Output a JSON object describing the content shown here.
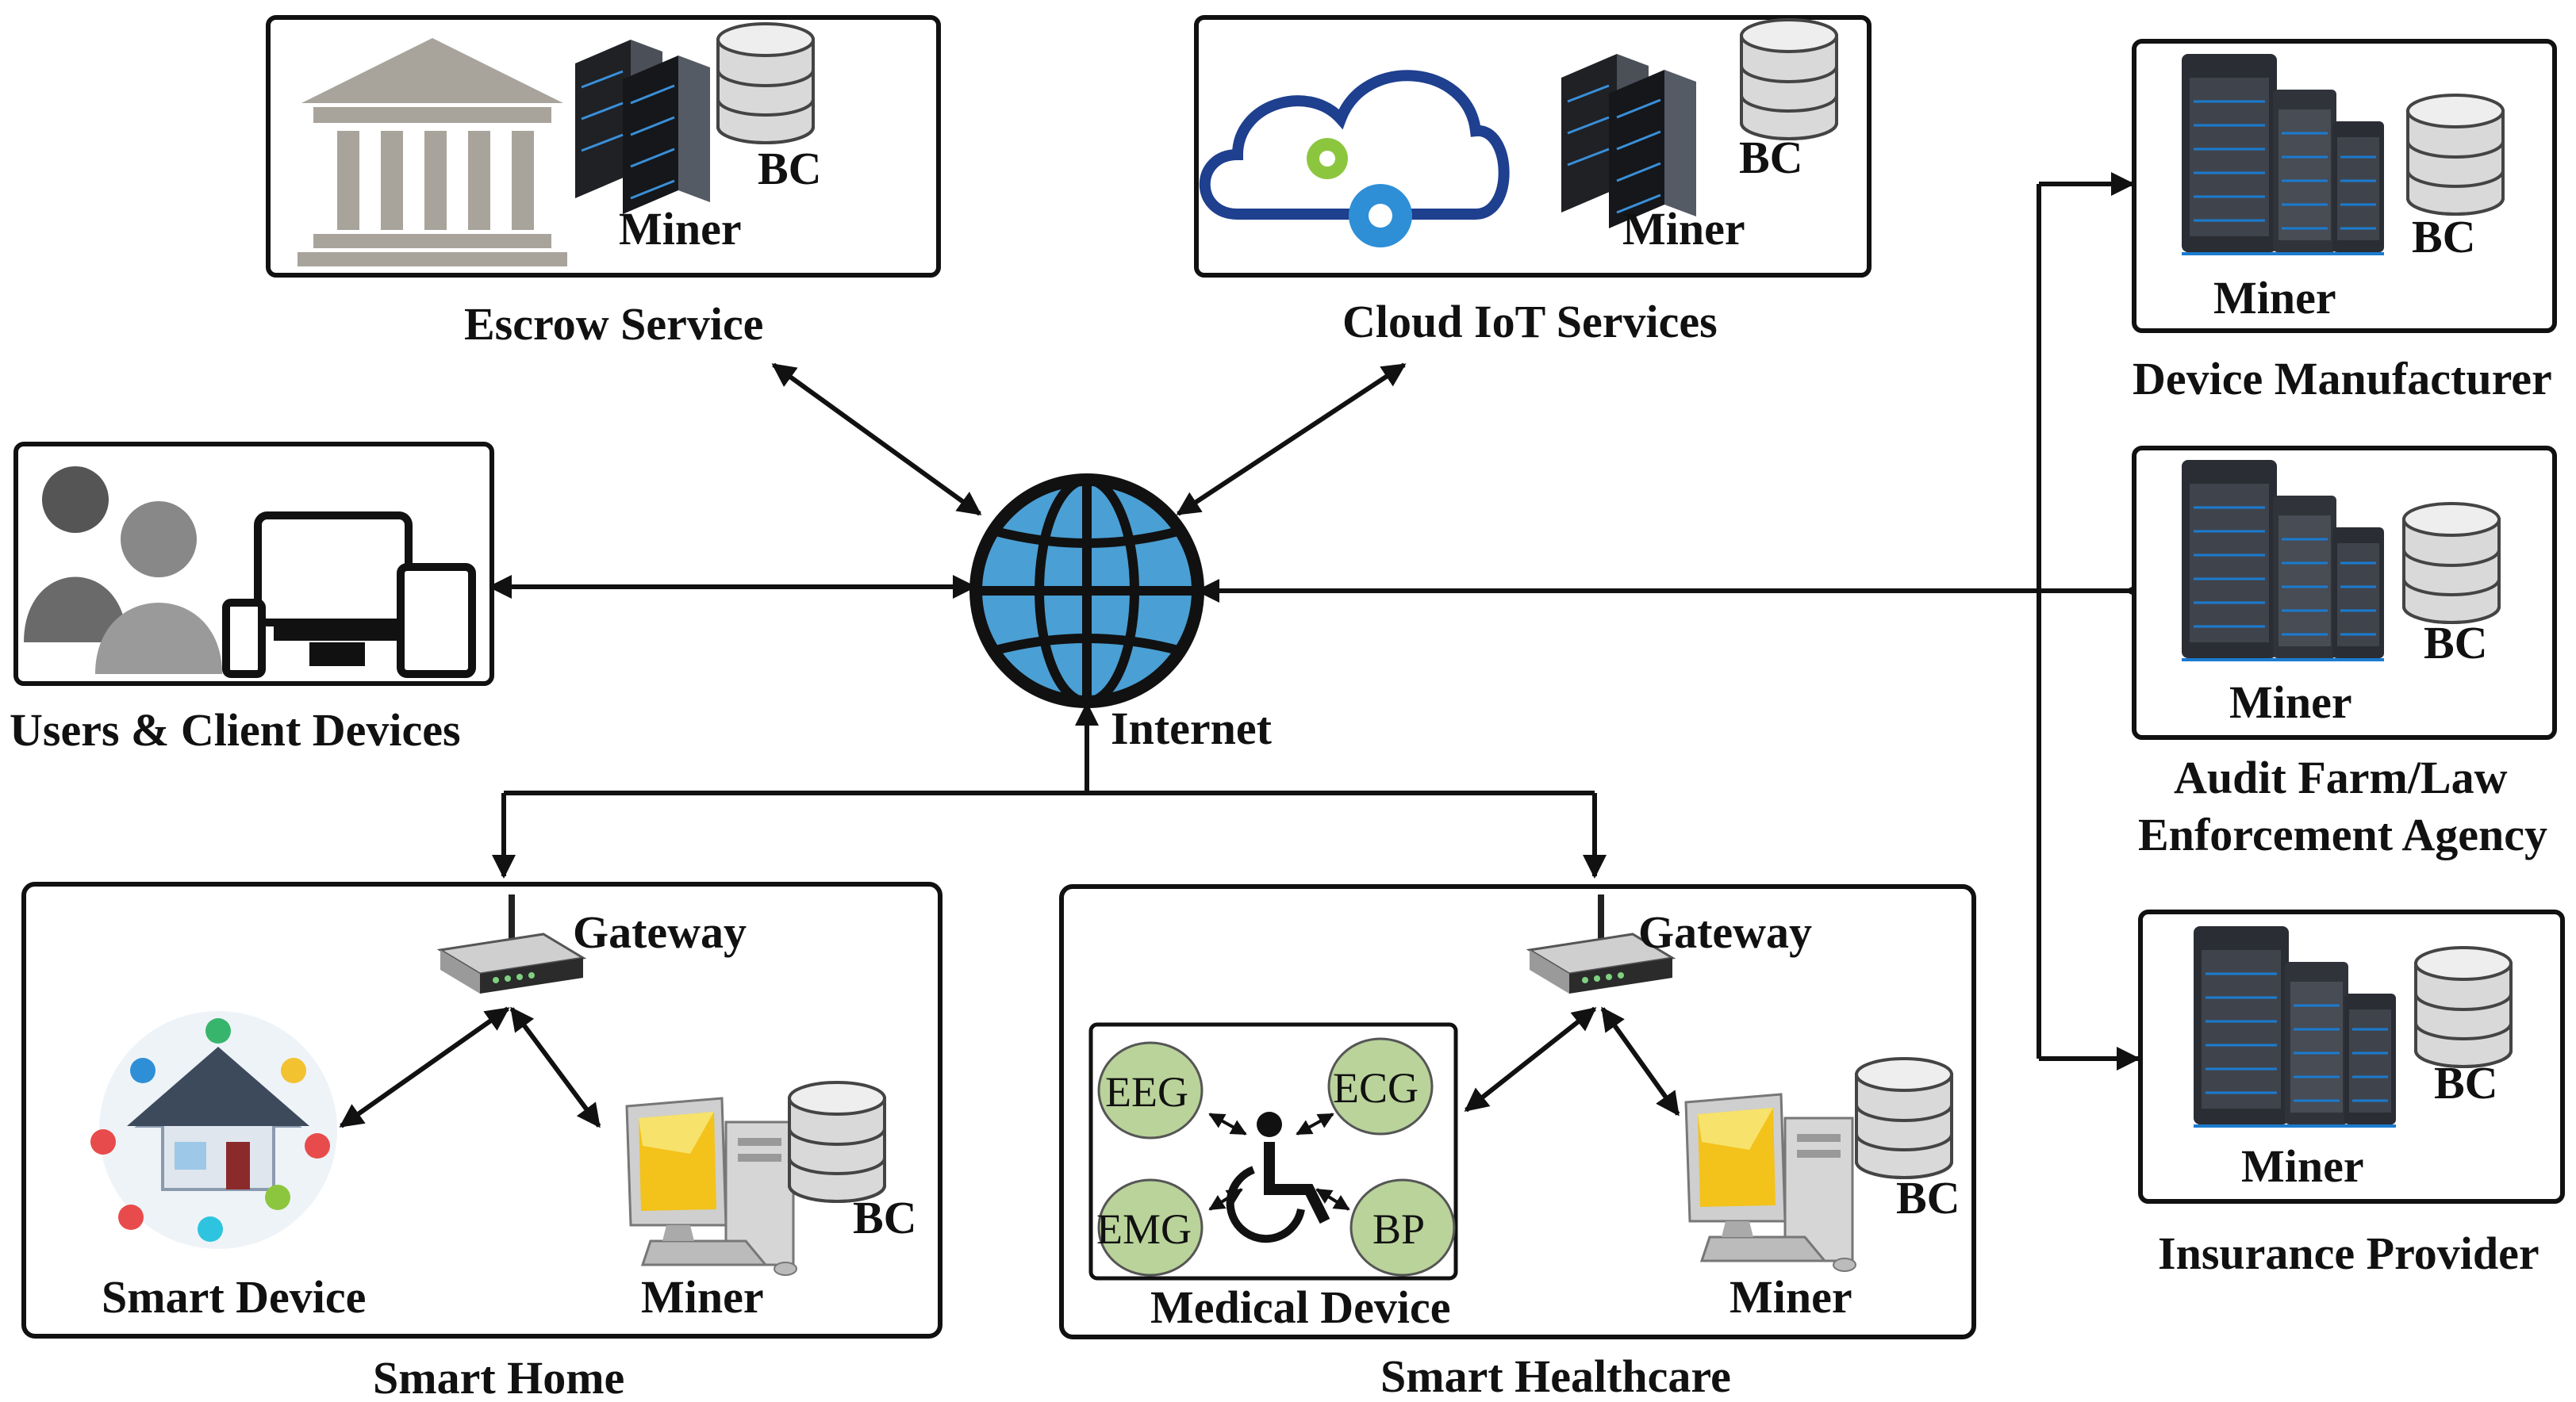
{
  "nodes": {
    "escrow": {
      "title": "Escrow Service",
      "miner": "Miner",
      "bc": "BC"
    },
    "cloud": {
      "title": "Cloud IoT Services",
      "miner": "Miner",
      "bc": "BC"
    },
    "users": {
      "title": "Users & Client Devices"
    },
    "internet": {
      "title": "Internet"
    },
    "smart_home": {
      "title": "Smart Home",
      "gateway": "Gateway",
      "device": "Smart Device",
      "miner": "Miner",
      "bc": "BC"
    },
    "smart_healthcare": {
      "title": "Smart Healthcare",
      "gateway": "Gateway",
      "medical_device": "Medical Device",
      "sensors": [
        "EEG",
        "ECG",
        "EMG",
        "BP"
      ],
      "miner": "Miner",
      "bc": "BC"
    },
    "device_manufacturer": {
      "title": "Device Manufacturer",
      "miner": "Miner",
      "bc": "BC"
    },
    "audit": {
      "title_line1": "Audit Farm/Law",
      "title_line2": "Enforcement Agency",
      "miner": "Miner",
      "bc": "BC"
    },
    "insurance": {
      "title": "Insurance Provider",
      "miner": "Miner",
      "bc": "BC"
    }
  },
  "colors": {
    "globe": "#4a9fd4",
    "sensor_fill": "#b9d39a",
    "gear_green": "#8cc63f",
    "gear_blue": "#2e8fd6",
    "cloud_outline": "#1f3f8f",
    "bank": "#a8a49c"
  },
  "icons": [
    "bank-icon",
    "server-rack-icon",
    "database-icon",
    "cloud-gears-icon",
    "users-icon",
    "client-devices-icon",
    "globe-icon",
    "router-icon",
    "smart-home-icon",
    "desktop-computer-icon",
    "wheelchair-icon"
  ]
}
